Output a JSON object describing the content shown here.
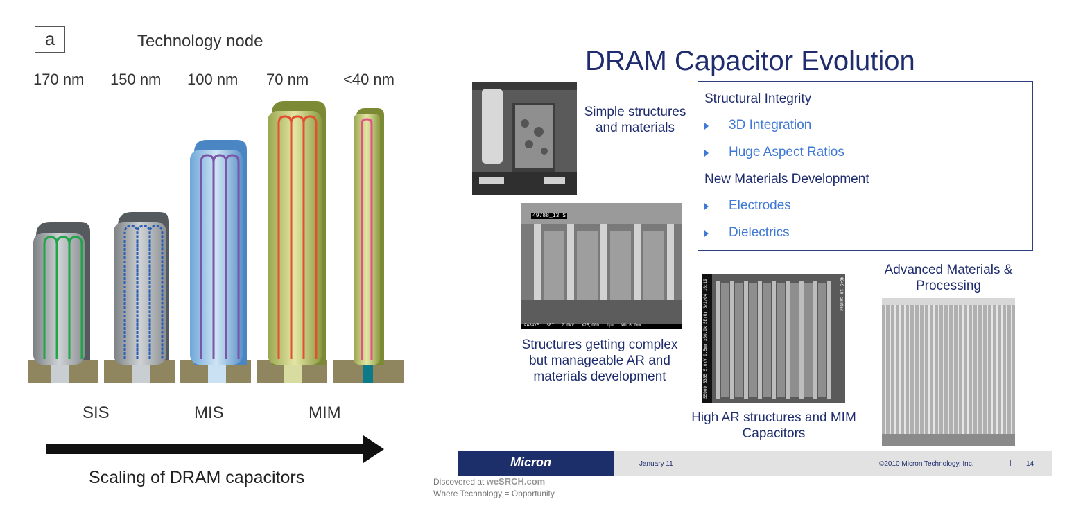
{
  "left_figure": {
    "panel_label": "a",
    "title": "Technology node",
    "nodes": [
      "170 nm",
      "150 nm",
      "100 nm",
      "70 nm",
      "<40 nm"
    ],
    "classes": [
      "SIS",
      "MIS",
      "MIM"
    ],
    "arrow_caption": "Scaling of DRAM capacitors"
  },
  "slide": {
    "title": "DRAM Capacitor Evolution",
    "captions": {
      "simple": "Simple structures and materials",
      "complex": "Structures getting complex but manageable AR and materials development",
      "high_ar": "High AR structures and MIM Capacitors",
      "advanced": "Advanced Materials & Processing"
    },
    "box": {
      "heading1": "Structural Integrity",
      "items1": [
        "3D Integration",
        "Huge Aspect Ratios"
      ],
      "heading2": "New Materials Development",
      "items2": [
        "Electrodes",
        "Dielectrics"
      ]
    },
    "sem_labels": {
      "mid_tag": "49788_13 S",
      "mid_scale": "FA84YE   SEI   7.0kV   X25,000   1μm   WD 6.0mm",
      "right_tag": "404S 10 center",
      "right_side": "S5000 5355 5.0kV 0.5mm x60.0k SE(U) 6/1/04 16:19"
    },
    "footer": {
      "logo": "Micron",
      "date": "January 11",
      "copyright": "©2010 Micron Technology, Inc.",
      "separator": "|",
      "page": "14"
    },
    "discovered": {
      "prefix": "Discovered at",
      "site": "weSRCH.com",
      "tagline": "Where Technology = Opportunity"
    }
  },
  "colors": {
    "title_blue": "#1f2d6e",
    "bullet_blue": "#3f79d4",
    "logo_navy": "#1c2f6b",
    "footer_gray": "#e2e2e2"
  }
}
